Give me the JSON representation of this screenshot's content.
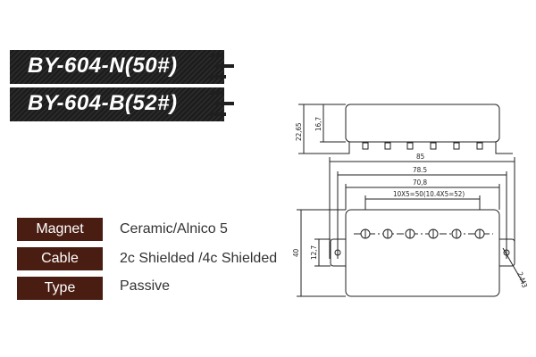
{
  "models": [
    "BY-604-N(50#)",
    "BY-604-B(52#)"
  ],
  "specs": [
    {
      "label": "Magnet",
      "value": "Ceramic/Alnico 5"
    },
    {
      "label": "Cable",
      "value": "2c Shielded /4c Shielded"
    },
    {
      "label": "Type",
      "value": "Passive"
    }
  ],
  "dimensions": {
    "height_total": "22,65",
    "cover_height": "16,7",
    "overall_length": "85",
    "mount_spacing": "78.5",
    "cover_length": "70,8",
    "pole_spacing": "10X5=50(10.4X5=52)",
    "width": "40",
    "ear_width": "12,7",
    "screw": "2-M3"
  },
  "colors": {
    "label_bg": "#4a1d12",
    "banner_bg": "#1f1f1f"
  }
}
